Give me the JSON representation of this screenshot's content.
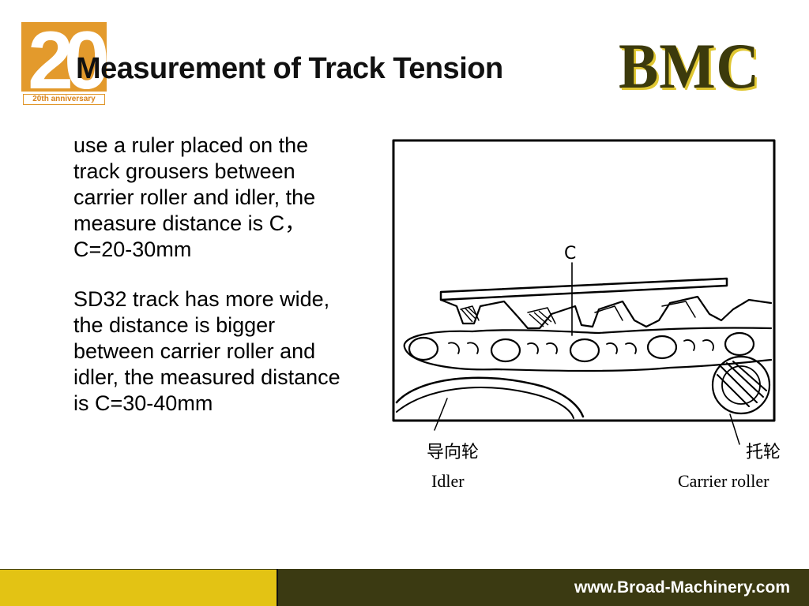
{
  "header": {
    "anniversary_number": "20",
    "anniversary_caption": "20th anniversary",
    "title": "Measurement of Track Tension",
    "brand": "BMC"
  },
  "content": {
    "paragraph_1": "use a ruler placed on the track grousers between carrier roller and idler, the measure distance is C，C=20-30mm",
    "paragraph_2": "SD32 track has more wide, the distance is bigger between carrier roller and idler, the measured distance is C=30-40mm"
  },
  "diagram": {
    "c_label": "C",
    "idler_cn": "导向轮",
    "carrier_cn": "托轮",
    "idler_en": "Idler",
    "carrier_en": "Carrier roller"
  },
  "footer": {
    "url": "www.Broad-Machinery.com"
  },
  "colors": {
    "footer_yellow": "#e3c314",
    "footer_dark": "#3b3a12",
    "logo_orange": "#e0962a",
    "brand_dark": "#3c3a0c"
  }
}
